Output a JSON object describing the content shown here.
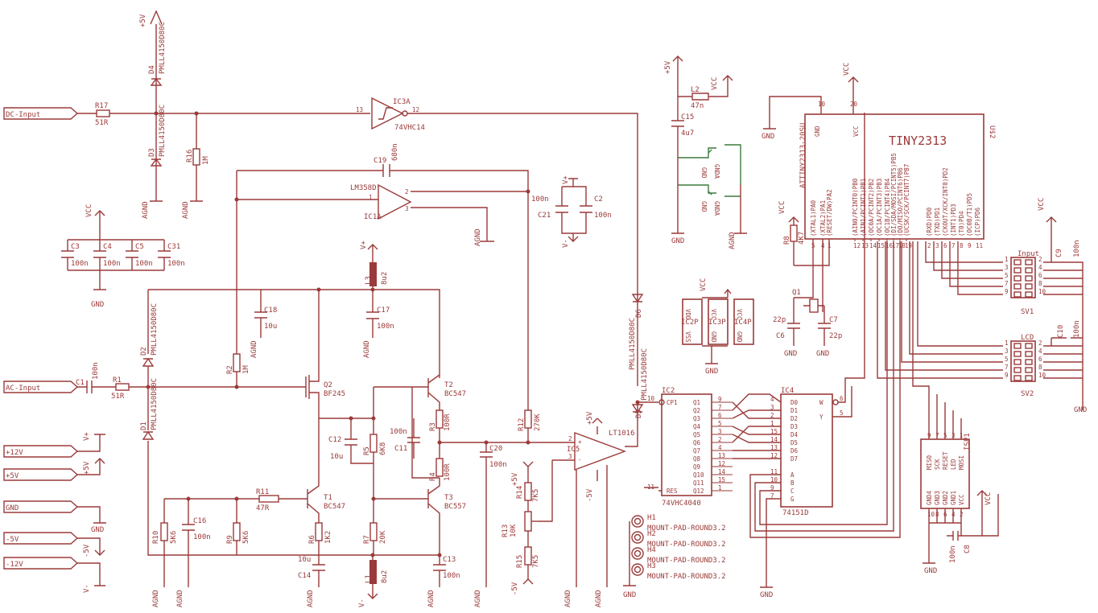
{
  "ports": {
    "dc_input": "DC-Input",
    "ac_input": "AC-Input",
    "p12": "+12V",
    "p5": "+5V",
    "gnd": "GND",
    "m5": "-5V",
    "m12": "-12V"
  },
  "supply": {
    "p5": "+5V",
    "vcc": "VCC",
    "vplus": "V+",
    "vminus": "V-",
    "agnd": "AGND",
    "gnd": "GND",
    "m5": "-5V"
  },
  "parts": {
    "r17": "R17",
    "r17v": "51R",
    "r16": "R16",
    "r16v": "1M",
    "r1": "R1",
    "r1v": "51R",
    "r2": "R2",
    "r2v": "1M",
    "r3": "R3",
    "r3v": "100R",
    "r4": "R4",
    "r4v": "100R",
    "r5": "R5",
    "r5v": "6K8",
    "r6": "R6",
    "r6v": "1K2",
    "r7": "R7",
    "r7v": "20K",
    "r8": "R8",
    "r8v": "4K7",
    "r9": "R9",
    "r9v": "5K6",
    "r10": "R10",
    "r10v": "5K6",
    "r11": "R11",
    "r11v": "47R",
    "r12": "R12",
    "r12v": "270K",
    "r13": "R13",
    "r13v": "10K",
    "r14": "R14",
    "r14v": "7K5",
    "r15": "R15",
    "r15v": "7K5",
    "c1": "C1",
    "c1v": "100n",
    "c2": "C2",
    "c2v": "100n",
    "c3": "C3",
    "c4": "C4",
    "c5": "C5",
    "c31": "C31",
    "c100n": "100n",
    "c6": "C6",
    "c7": "C7",
    "c22p": "22p",
    "c8": "C8",
    "c9": "C9",
    "c10": "C10",
    "c11": "C11",
    "c12": "C12",
    "c12v": "10u",
    "c13": "C13",
    "c14": "C14",
    "c15": "C15",
    "c15v": "4u7",
    "c16": "C16",
    "c17": "C17",
    "c18": "C18",
    "c18v": "10u",
    "c19": "C19",
    "c19v": "680n",
    "c20": "C20",
    "c21": "C21",
    "c10u": "10u",
    "l1": "L1",
    "l1v": "8u2",
    "l2": "L2",
    "l2v": "47n",
    "l3": "L3",
    "l3v": "8u2",
    "d1": "D1",
    "d2": "D2",
    "d3": "D3",
    "d4": "D4",
    "d5": "D5",
    "d6": "D6",
    "diode": "PMLL4150D80C",
    "q1": "Q1",
    "q2": "Q2",
    "q2v": "BF245",
    "t1": "T1",
    "t1v": "BC547",
    "t2": "T2",
    "t2v": "BC547",
    "t3": "T3",
    "t3v": "BC557",
    "ic1": "LM358D",
    "ic1a": "IC1A",
    "ic3a": "IC3A",
    "ic3v": "74VHC14",
    "ic5": "IC5",
    "ic5v": "LT1016",
    "ic2": "IC2",
    "ic2v": "74VHC4040",
    "ic4": "IC4",
    "ic4v": "74151D",
    "u2": "U$2",
    "tiny": "TINY2313",
    "tinysub": "ATTINY2313-20SU",
    "ic2p": "IC2P",
    "ic3p": "IC3P",
    "ic4p": "IC4P",
    "sv1": "SV1",
    "sv1l": "Input",
    "sv2": "SV2",
    "sv2l": "LCD",
    "isp": "ISP1",
    "h1": "H1",
    "h2": "H2",
    "h3": "H3",
    "h4": "H4",
    "hv": "MOUNT-PAD-ROUND3.2"
  },
  "pins": {
    "ic2_left": [
      "10",
      "11"
    ],
    "ic2_names": [
      "Q1",
      "Q2",
      "Q3",
      "Q4",
      "Q5",
      "Q6",
      "Q7",
      "Q8",
      "Q9",
      "Q10",
      "Q11",
      "Q12"
    ],
    "ic2_nums": [
      "9",
      "7",
      "6",
      "5",
      "3",
      "2",
      "4",
      "13",
      "12",
      "14",
      "15",
      "1"
    ],
    "ic4_names": [
      "D0",
      "D1",
      "D2",
      "D3",
      "D4",
      "D5",
      "D6",
      "D7"
    ],
    "ic4_nums": [
      "4",
      "3",
      "2",
      "1",
      "15",
      "14",
      "13",
      "12"
    ],
    "ic4_sel": [
      "A",
      "B",
      "C",
      "G"
    ],
    "ic4_seln": [
      "11",
      "10",
      "9",
      "7"
    ],
    "tiny_left": [
      "(XTAL1)PA0",
      "(XTAL2)PA1",
      "(RESET/DW)PA2"
    ],
    "tiny_b": [
      "(AIN0/PCINT0)PB0",
      "(AIN1/PCINT1)PB1",
      "(OC0A/PCINT2)PB2",
      "(OC1A/PCINT3)PB3",
      "(OC1B/PCINT4)PB4",
      "(DI/SDA/MOSI/PCINT5)PB5",
      "(DO/MISO/PCINT6)PB6",
      "(UCSK/SCK/PCINT7)PB7"
    ],
    "tiny_d": [
      "(RXD)PD0",
      "(TXD)PD1",
      "(CKOUT/XCK/INT0)PD2",
      "(INT1)PD3",
      "(T0)PD4",
      "(OC0B/T1)PD5",
      "(ICP)PD6"
    ],
    "isp_top": [
      "MISO",
      "SCK",
      "RESET",
      "LED",
      "MOSI"
    ],
    "isp_bot": [
      "GND4",
      "GND3",
      "GND2",
      "GND1",
      "VCC"
    ]
  }
}
